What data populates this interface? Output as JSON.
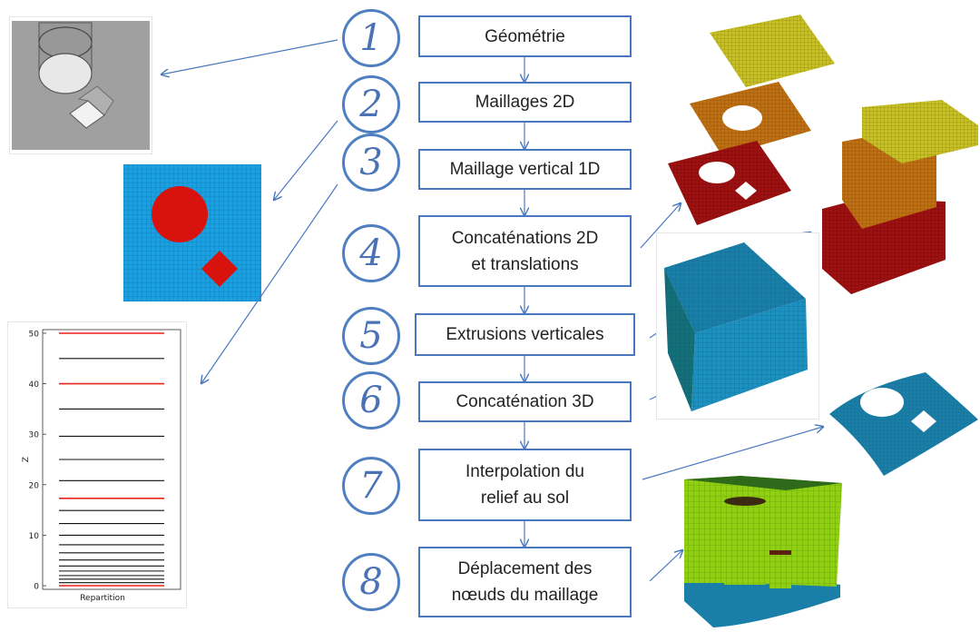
{
  "steps": [
    {
      "number": "1",
      "label": "Géométrie"
    },
    {
      "number": "2",
      "label": "Maillages 2D"
    },
    {
      "number": "3",
      "label": "Maillage vertical 1D"
    },
    {
      "number": "4",
      "label": "Concaténations 2D\net translations"
    },
    {
      "number": "5",
      "label": "Extrusions verticales"
    },
    {
      "number": "6",
      "label": "Concaténation 3D"
    },
    {
      "number": "7",
      "label": "Interpolation du\nrelief au sol"
    },
    {
      "number": "8",
      "label": "Déplacement des\nnœuds du maillage"
    }
  ],
  "chart_data": {
    "type": "line",
    "ylabel": "Z",
    "xlabel": "Repartition",
    "ylim": [
      0,
      50
    ],
    "yticks": [
      "0",
      "10",
      "20",
      "30",
      "40",
      "50"
    ],
    "levels": [
      0,
      0.6,
      1.3,
      2.0,
      2.9,
      3.9,
      5.1,
      6.5,
      8.1,
      10.0,
      12.3,
      14.9,
      17.3,
      20.8,
      25.0,
      29.6,
      35.0,
      40.0,
      45.0,
      50.0
    ],
    "highlight_levels": [
      0,
      17.3,
      40.0,
      50.0
    ],
    "colors": {
      "normal": "#111111",
      "highlight": "#e8221a"
    }
  },
  "colors": {
    "accent": "#4a78bf",
    "mesh_blue": "#1aa0e0",
    "mesh_red": "#d8120c",
    "mesh_yellow": "#c8c020",
    "mesh_orange": "#c07010",
    "mesh_dark_red": "#a01010",
    "mesh_cyan": "#1a7fa8",
    "mesh_green": "#8fd010"
  }
}
